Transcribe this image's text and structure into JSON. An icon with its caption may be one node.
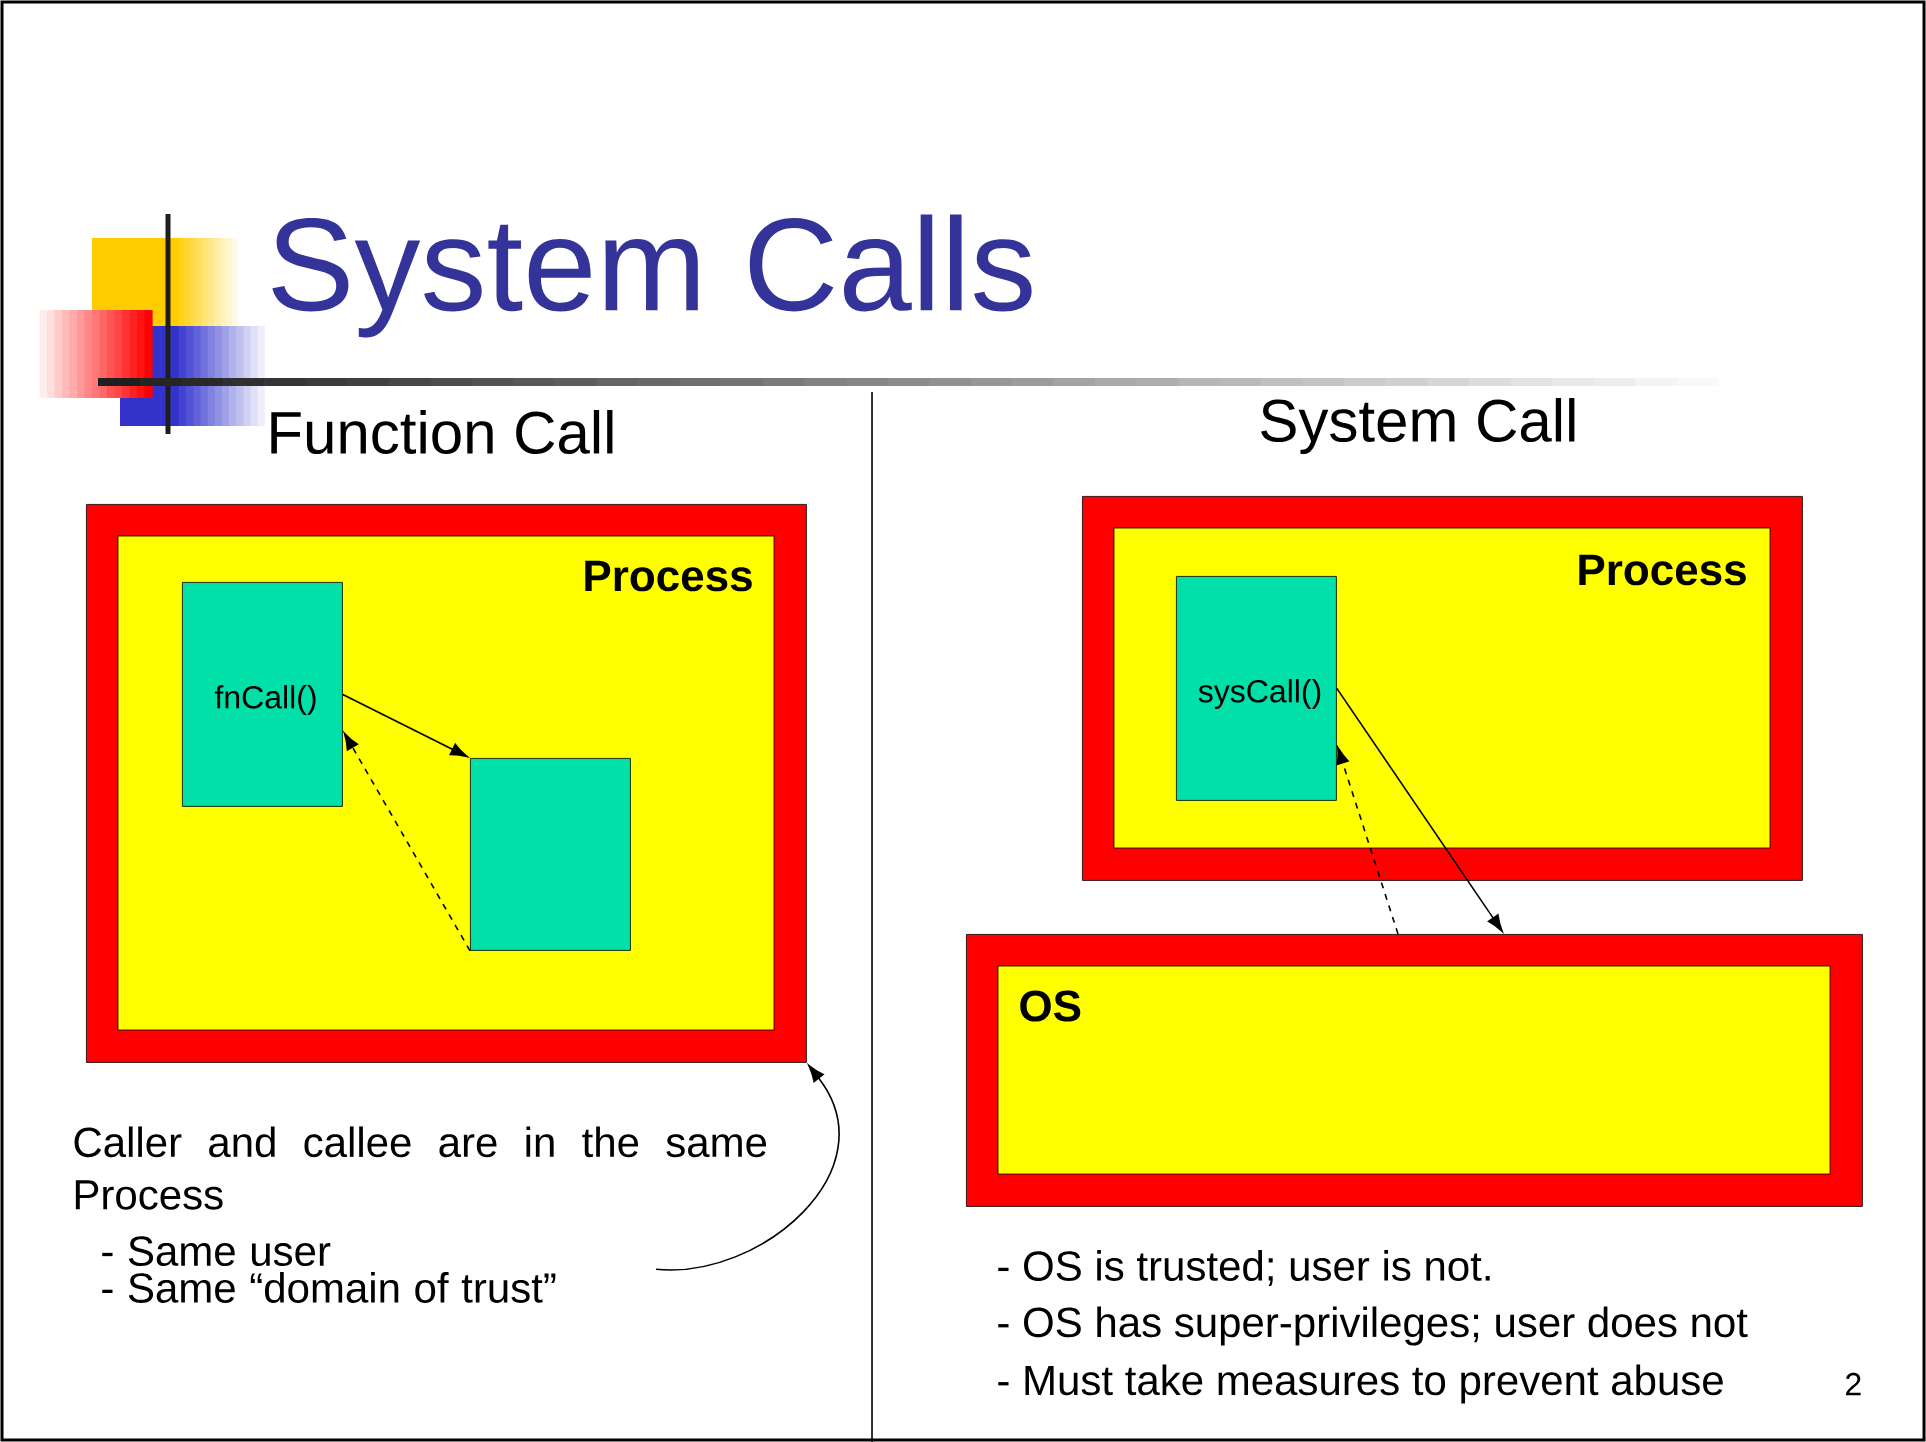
{
  "diagram": {
    "title": "System Calls",
    "nodes": [
      {
        "text": [
          "Process"
        ]
      },
      {
        "text": [
          "fnCall()"
        ],
        "in": 0
      },
      {
        "text": [],
        "shape": "box",
        "in": 0
      },
      {
        "text": [
          "Process"
        ]
      },
      {
        "text": [
          "sysCall()"
        ],
        "in": 3
      },
      {
        "text": [
          "OS"
        ]
      },
      {
        "text": [
          "Caller and callee are in the same Process",
          "- Same user",
          "- Same “domain of trust”"
        ]
      }
    ],
    "edges": [
      {
        "from": 1,
        "to": 2,
        "arrow": "to"
      },
      {
        "from": 2,
        "to": 1,
        "arrow": "to",
        "style": "dashed"
      },
      {
        "from": 4,
        "to": 5,
        "arrow": "to"
      },
      {
        "from": 5,
        "to": 4,
        "arrow": "to",
        "style": "dashed"
      },
      {
        "from": 6,
        "to": 0,
        "arrow": "to"
      }
    ],
    "labels": [
      "Function Call",
      "System Call",
      "- OS is trusted; user is not.",
      "- OS has super-privileges; user does not",
      "- Must take measures to prevent abuse",
      "2"
    ]
  }
}
